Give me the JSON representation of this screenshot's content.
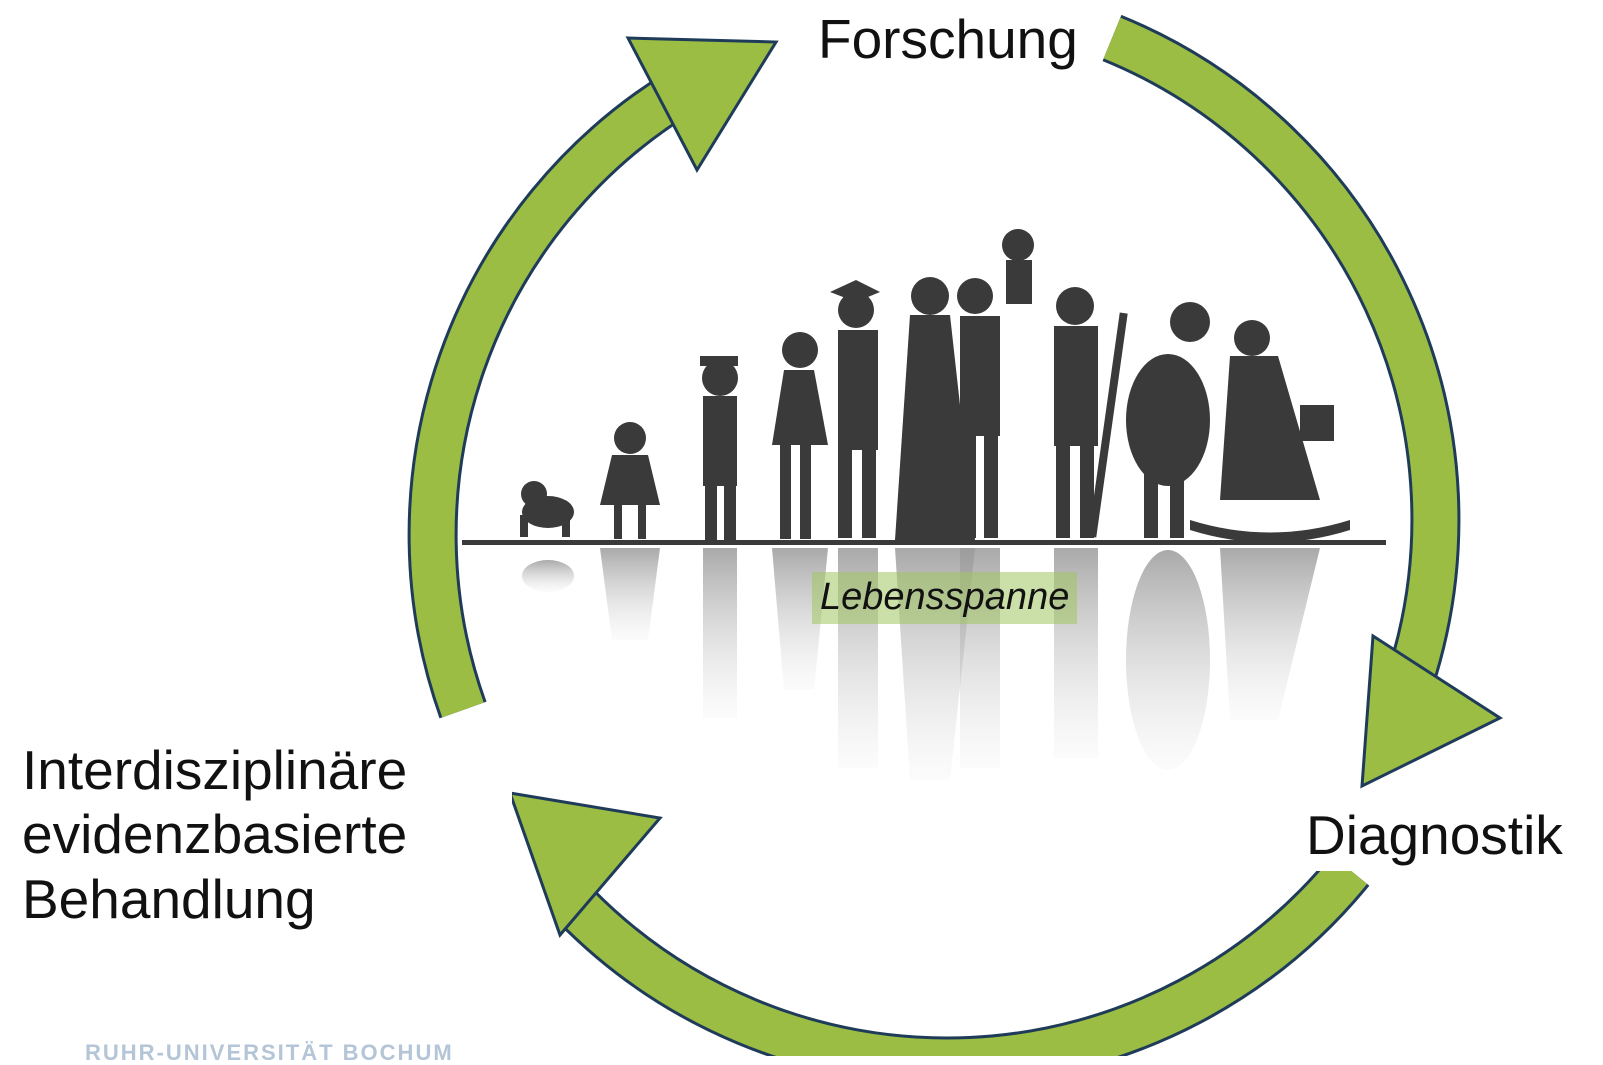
{
  "cycle": {
    "top_label": "Forschung",
    "right_label": "Diagnostik",
    "left_label_lines": [
      "Interdisziplinäre",
      "evidenzbasierte",
      "Behandlung"
    ]
  },
  "center": {
    "caption": "Lebensspanne",
    "figure": "silhouettes-of-life-stages"
  },
  "footer": {
    "logo_text": "RUHR-UNIVERSITÄT BOCHUM"
  },
  "colors": {
    "arrow_fill": "#9bbd44",
    "arrow_stroke": "#1f3b5a",
    "silhouette": "#3a3a3a",
    "reflection": "#b9b9b9",
    "caption_background": "#a0c460"
  }
}
